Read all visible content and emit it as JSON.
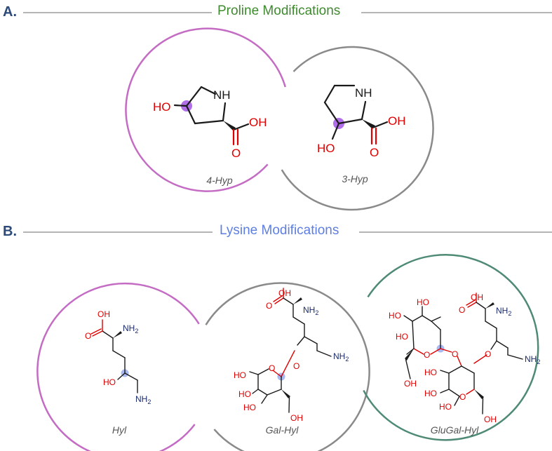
{
  "colors": {
    "header_letter": "#2c4a78",
    "proline_title": "#3f8a2f",
    "lysine_title": "#5f7fe0",
    "ring_pink": "#c46cc4",
    "ring_gray": "#8a8a8a",
    "ring_green": "#4e8a74",
    "bond": "#1a1a1a",
    "oxygen_red": "#e00000",
    "nitrogen_navy": "#1a2a6c",
    "highlight_purple": "#b06ee8",
    "highlight_blue": "#a8b8f0",
    "name_gray": "#555555"
  },
  "sectionA": {
    "letter": "A.",
    "title": "Proline Modifications",
    "mol1": {
      "name": "4-Hyp",
      "ho": "HO",
      "nh": "NH",
      "oh": "OH",
      "o": "O"
    },
    "mol2": {
      "name": "3-Hyp",
      "ho": "HO",
      "nh": "NH",
      "oh": "OH",
      "o": "O"
    }
  },
  "sectionB": {
    "letter": "B.",
    "title": "Lysine Modifications",
    "hyl": {
      "name": "Hyl",
      "oh_acid": "OH",
      "o": "O",
      "nh2_alpha": "NH",
      "nh2_end": "NH",
      "ho": "HO",
      "sub2": "2"
    },
    "galhyl": {
      "name": "Gal-Hyl",
      "oh_acid": "OH",
      "o": "O",
      "nh2_alpha": "NH",
      "nh2_end": "NH",
      "sub2": "2",
      "ring_o": "O",
      "link_o": "O",
      "ho1": "HO",
      "ho2": "HO",
      "ho3": "HO",
      "oh_ch2": "OH"
    },
    "glugalhyl": {
      "name": "GluGal-Hyl",
      "oh_acid": "OH",
      "o": "O",
      "nh2_alpha": "NH",
      "nh2_end": "NH",
      "sub2": "2",
      "ho_a": "HO",
      "ho_b": "HO",
      "ho_c": "HO",
      "ring_o1": "O",
      "link_o1": "O",
      "oh_ch2_1": "OH",
      "ho_d": "HO",
      "ho_e": "HO",
      "ring_o2": "O",
      "link_o2": "O",
      "oh_ch2_2": "OH"
    }
  }
}
